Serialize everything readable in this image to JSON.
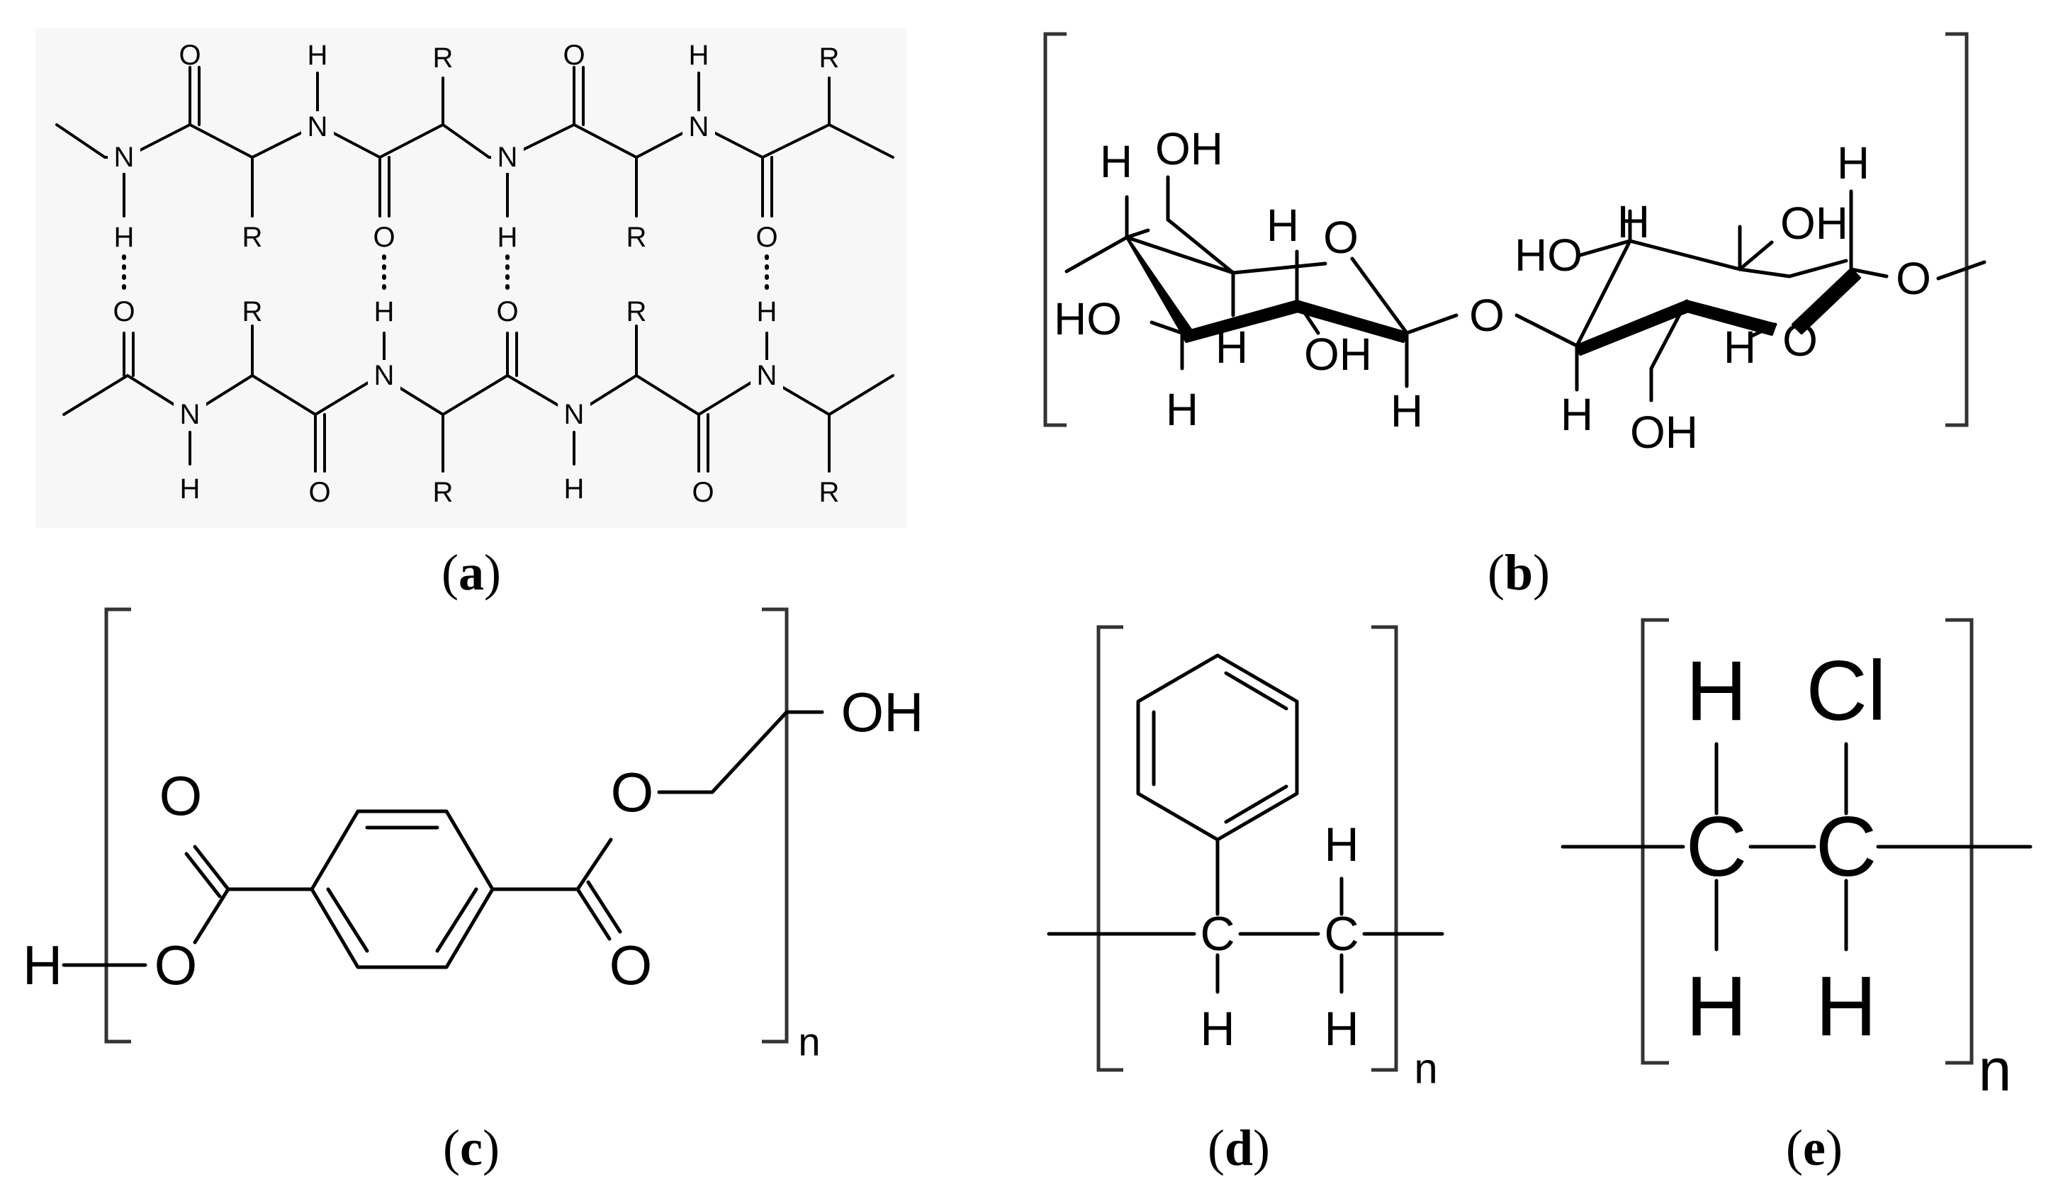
{
  "panels": [
    {
      "id": "a",
      "label": "a"
    },
    {
      "id": "b",
      "label": "b"
    },
    {
      "id": "c",
      "label": "c"
    },
    {
      "id": "d",
      "label": "d"
    },
    {
      "id": "e",
      "label": "e"
    }
  ],
  "atoms": {
    "O": "O",
    "N": "N",
    "H": "H",
    "R": "R",
    "C": "C",
    "Cl": "Cl",
    "OH": "OH",
    "HO": "HO",
    "n": "n"
  }
}
